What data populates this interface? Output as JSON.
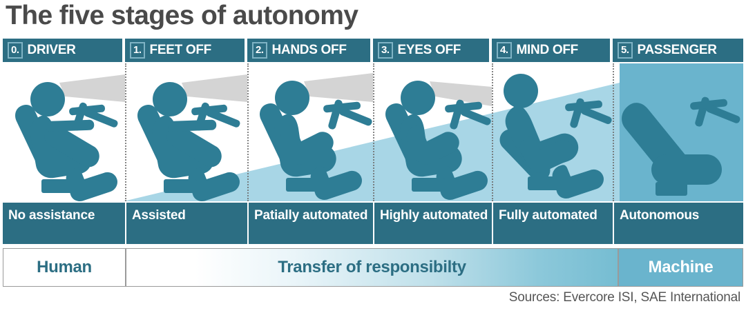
{
  "title": "The five stages of autonomy",
  "sources": "Sources: Evercore ISI, SAE International",
  "colors": {
    "teal_dark": "#2c6e83",
    "teal_figure": "#2e7d95",
    "blue_light": "#a8d6e6",
    "blue_mid": "#6ab4cd",
    "gray_cone": "#d4d4d4",
    "title_gray": "#4a4a4a"
  },
  "stages": [
    {
      "number": "0.",
      "name": "DRIVER",
      "description": "No assistance",
      "figure": "driver-hands-on-wheel",
      "vision": "alert"
    },
    {
      "number": "1.",
      "name": "FEET OFF",
      "description": "Assisted",
      "figure": "driver-hands-on-wheel",
      "vision": "alert"
    },
    {
      "number": "2.",
      "name": "HANDS OFF",
      "description": "Patially automated",
      "figure": "driver-hands-off-wheel",
      "vision": "alert"
    },
    {
      "number": "3.",
      "name": "EYES OFF",
      "description": "Highly automated",
      "figure": "driver-hands-off-wheel",
      "vision": "reduced"
    },
    {
      "number": "4.",
      "name": "MIND OFF",
      "description": "Fully automated",
      "figure": "driver-reclined",
      "vision": "none"
    },
    {
      "number": "5.",
      "name": "PASSENGER",
      "description": "Autonomous",
      "figure": "empty-seat",
      "vision": "none"
    }
  ],
  "responsibility": {
    "human": "Human",
    "transfer": "Transfer of responsibilty",
    "machine": "Machine"
  }
}
